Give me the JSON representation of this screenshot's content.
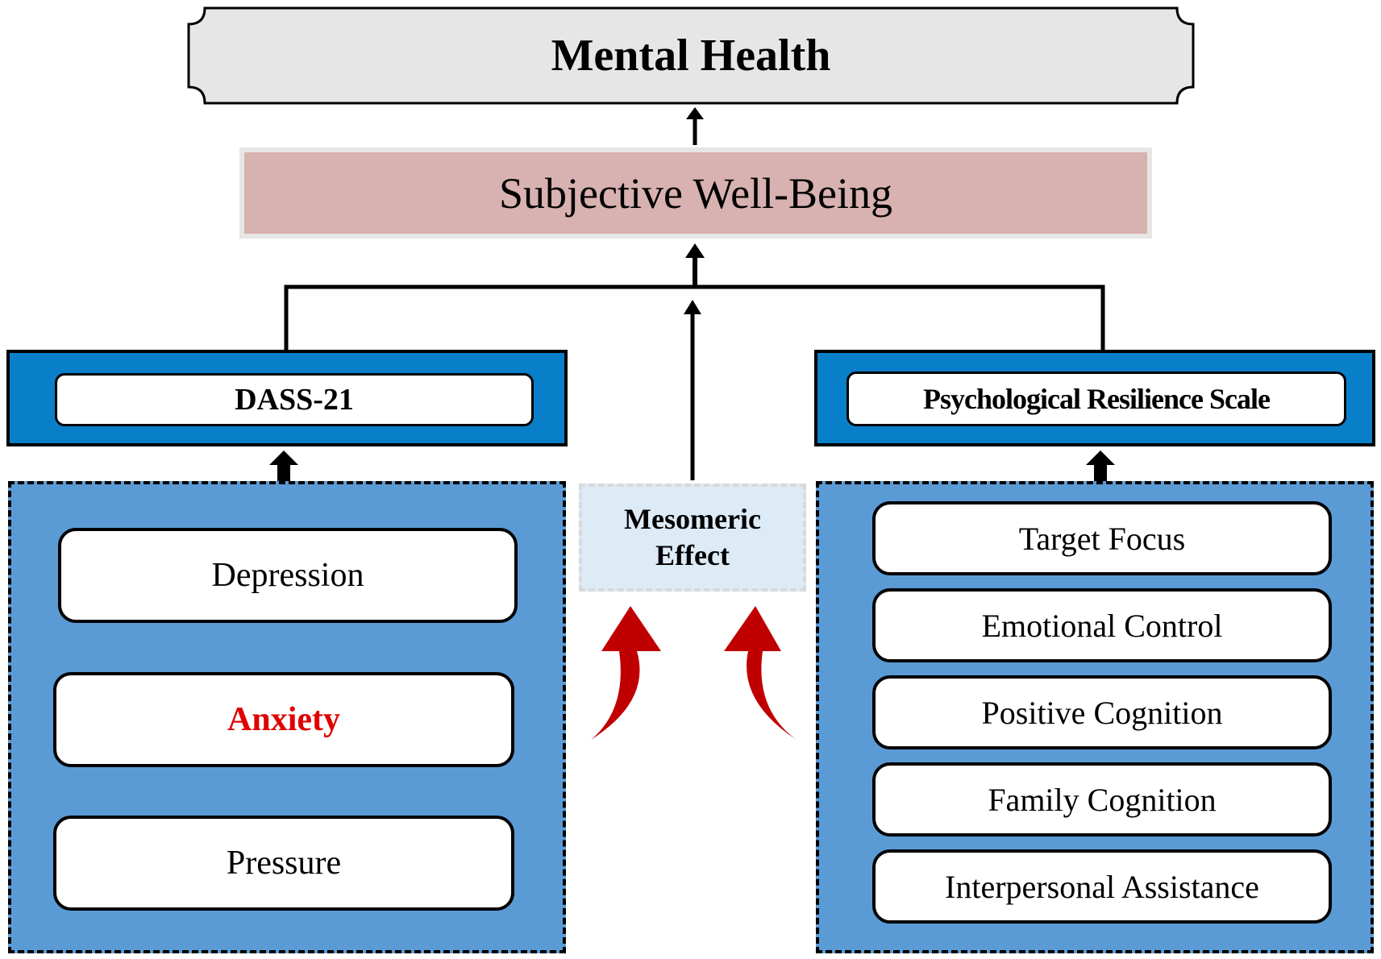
{
  "top": {
    "title": "Mental Health"
  },
  "middle": {
    "title": "Subjective Well-Being"
  },
  "left_scale": {
    "title": "DASS-21",
    "items": [
      "Depression",
      "Anxiety",
      "Pressure"
    ]
  },
  "right_scale": {
    "title": "Psychological Resilience Scale",
    "items": [
      "Target Focus",
      "Emotional Control",
      "Positive Cognition",
      "Family Cognition",
      "Interpersonal Assistance"
    ]
  },
  "mediator": {
    "label": "Mesomeric Effect"
  },
  "colors": {
    "banner_fill": "#e6e6e6",
    "wellbeing_fill": "#d8b1b1",
    "scale_header": "#0a7fc9",
    "group_fill": "#5b9bd5",
    "mediator_fill": "#ddebf7",
    "highlight_text": "#e00000",
    "curved_arrow": "#c00000"
  }
}
